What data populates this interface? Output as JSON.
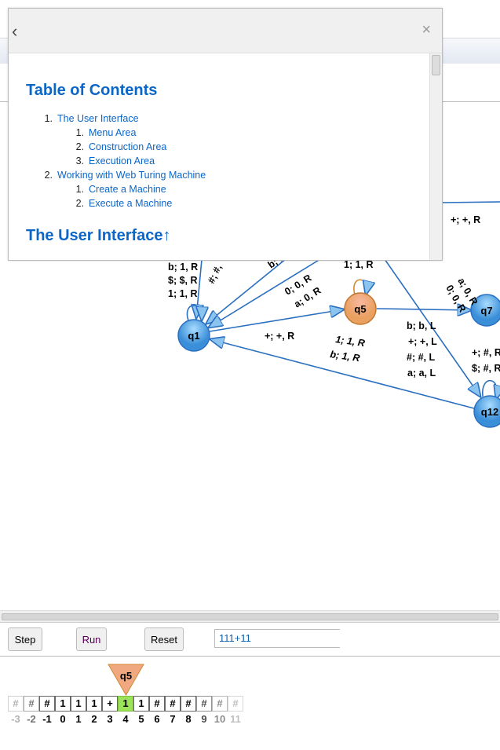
{
  "modal": {
    "back": "‹",
    "close": "×",
    "toc_title": "Table of Contents",
    "toc": [
      {
        "num": "1.",
        "label": "The User Interface",
        "children": [
          {
            "num": "1.",
            "label": "Menu Area"
          },
          {
            "num": "2.",
            "label": "Construction Area"
          },
          {
            "num": "3.",
            "label": "Execution Area"
          }
        ]
      },
      {
        "num": "2.",
        "label": "Working with Web Turing Machine",
        "children": [
          {
            "num": "1.",
            "label": "Create a Machine"
          },
          {
            "num": "2.",
            "label": "Execute a Machine"
          }
        ]
      }
    ],
    "section_title": "The User Interface↑"
  },
  "graph": {
    "nodes": [
      "q1",
      "q5",
      "q7",
      "q12"
    ],
    "labels": {
      "q1_loop_a": "b; 1, R",
      "q1_loop_b": "$; $, R",
      "q1_loop_c": "1; 1, R",
      "hash": "#; #,",
      "b_edge": "b; ...",
      "e0": "0; 0, R",
      "ea": "a; 0, R",
      "q5_loop": "1; 1, R",
      "q1q5": "+; +, R",
      "q12q1_a": "1; 1, R",
      "q12q1_b": "b; 1, R",
      "l1": "b; b, L",
      "l2": "+; +, L",
      "l3": "#; #, L",
      "l4": "a; a, L",
      "q7a": "a; 0, R",
      "q7b": "0; 0, R",
      "q12_a": "+; #, R",
      "q12_b": "$; #, R",
      "top": "+; +, R"
    }
  },
  "controls": {
    "step": "Step",
    "run": "Run",
    "reset": "Reset",
    "input": "111+11"
  },
  "tape": {
    "head_state": "q5",
    "head_index": 4,
    "cells": [
      "#",
      "#",
      "#",
      "1",
      "1",
      "1",
      "+",
      "1",
      "1",
      "#",
      "#",
      "#",
      "#",
      "#",
      "#"
    ],
    "indices": [
      "-3",
      "-2",
      "-1",
      "0",
      "1",
      "2",
      "3",
      "4",
      "5",
      "6",
      "7",
      "8",
      "9",
      "10",
      "11"
    ]
  },
  "colors": {
    "accent": "#0b66c8",
    "node": "#5aaee8",
    "current": "#f0a070",
    "head_cell": "#9de35a"
  }
}
